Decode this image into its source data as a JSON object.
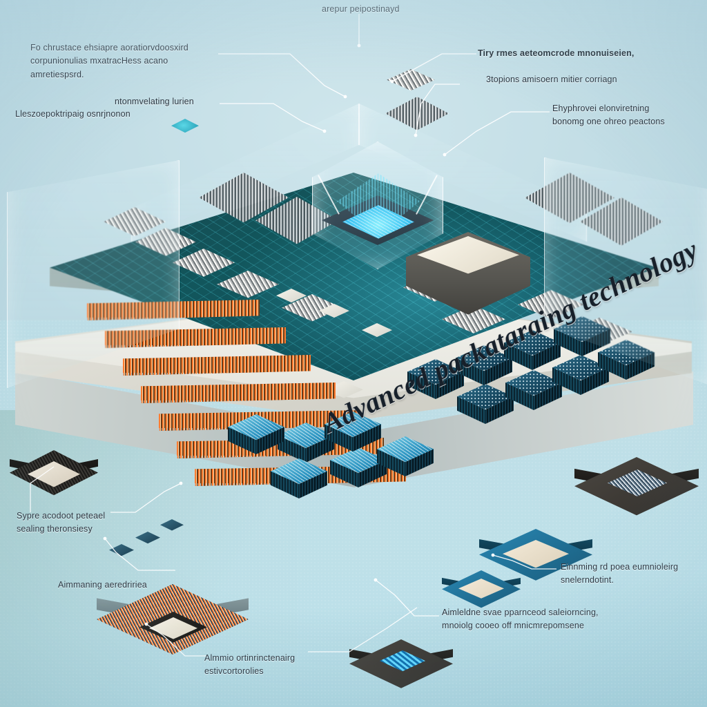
{
  "scene": {
    "title_engraved": "Advanced packataraing technology",
    "background_color": "#bcd9e2",
    "accent_glow_color": "#2ac6ff",
    "bga_color": "#ff7a2e",
    "pcb_color": "#12565c",
    "plinth_color": "#d3d2c9"
  },
  "callouts": {
    "top_left_primary": "Fo chrustace ehsiapre aoratiorvdoosxird\ncorpunionulias mxatracHess acano amretiespsrd.",
    "top_left_secondary": "ntonmvelating lurien",
    "top_left_tertiary": "Lleszoepoktripaig osnrjnonon",
    "top_center": "arepur peipostinayd",
    "top_right_primary": "Tiry rmes aeteomcrode mnonuiseien,",
    "top_right_secondary": "3topions amisoern mitier corriagn",
    "top_right_tertiary": "Ehyphrovei elonviretning\nbonomg one ohreo peactons",
    "bottom_left_primary": "Sypre acodoot peteael\nsealing theronsiesy",
    "bottom_left_secondary": "Aimmaning aeredririea",
    "bottom_center": "Almmio ortinrinctenairg\nestivcortorolies",
    "bottom_right_primary": "Einnming rd poea eumnioleirg\nsnelerndotint.",
    "bottom_right_secondary": "Aimleldne svae pparnceod saleiorncing,\nmnoiolg cooeo off mnicmrepomsene"
  },
  "elements": {
    "glow_cube_name": "glowing-die-under-glass-dome",
    "big_package_name": "large-cream-package",
    "bga_field_name": "orange-bga-solder-ball-array",
    "heatsink_array_name": "blue-heatsink-chip-array"
  },
  "loose_chips": [
    {
      "name": "chip-bottom-left-bga",
      "substrate": "#2b2b2b",
      "die": "#e8e0cf"
    },
    {
      "name": "chip-bottom-left-orange",
      "substrate": "#8a9ea2",
      "die": "#efe7d6"
    },
    {
      "name": "chip-bottom-center-dark",
      "substrate": "#3a3733",
      "die": "#1f8ad0"
    },
    {
      "name": "chip-bottom-right-dark",
      "substrate": "#3a3733",
      "die": "#9fb6c4"
    },
    {
      "name": "chip-bottom-right-qfp",
      "substrate": "#1d5f86",
      "die": "#e8ddc9"
    },
    {
      "name": "chip-bottom-right-small",
      "substrate": "#1d5f86",
      "die": "#e8ddc9"
    }
  ]
}
